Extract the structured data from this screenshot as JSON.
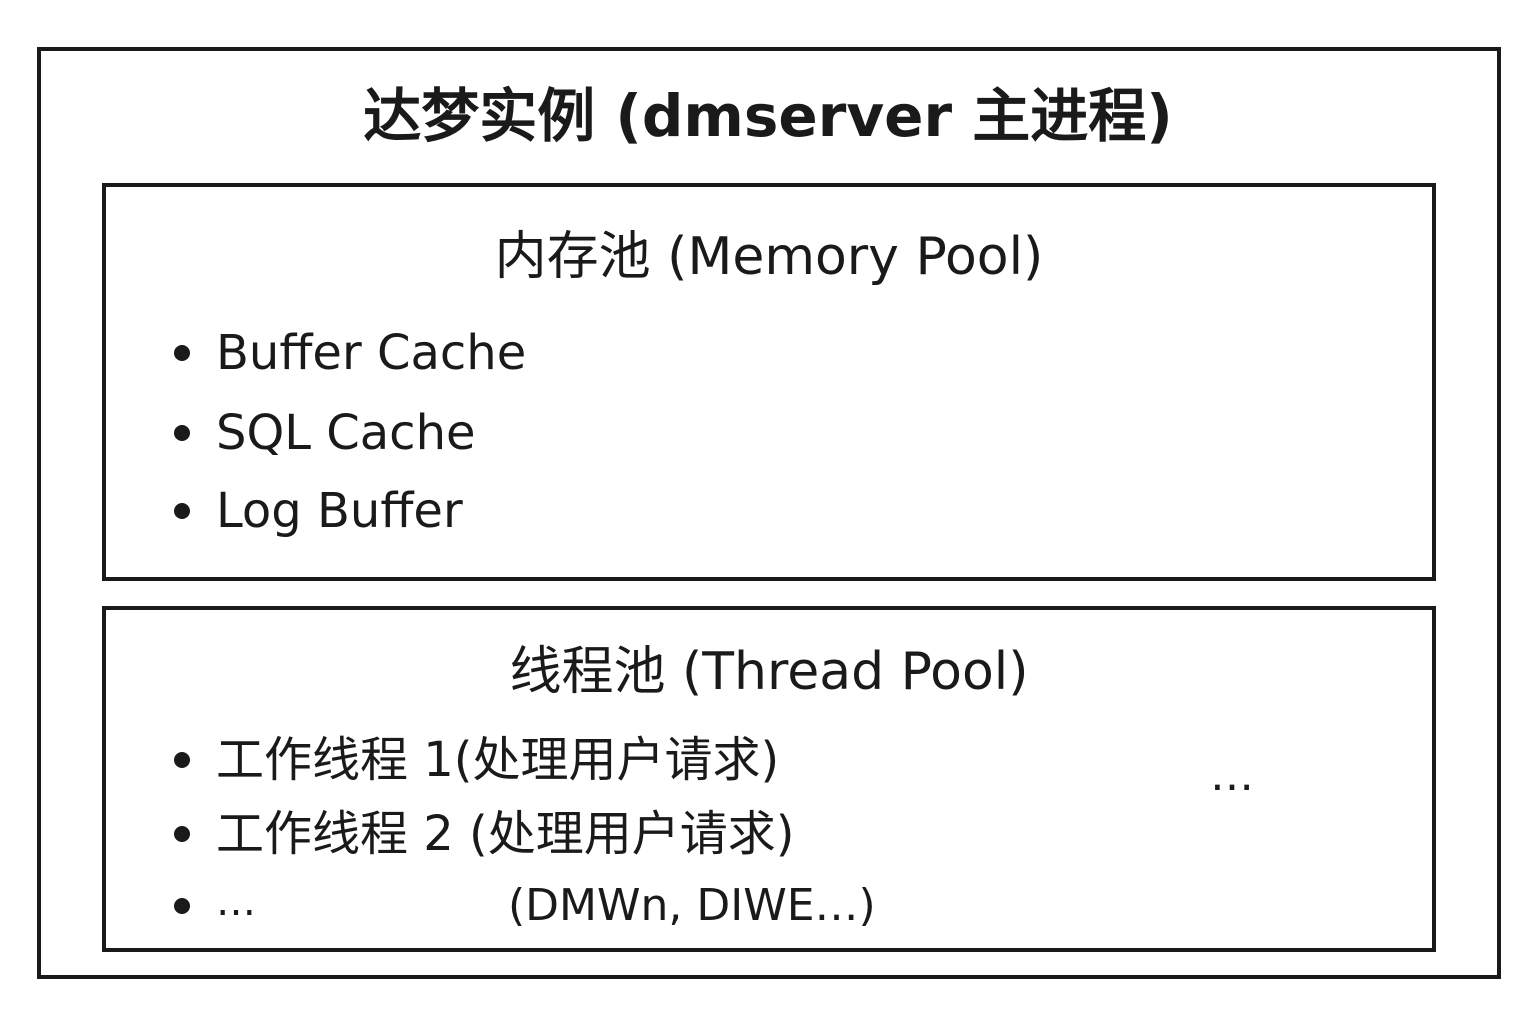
{
  "title": "达梦实例 (dmserver 主进程)",
  "memory_pool": {
    "title": "内存池 (Memory Pool)",
    "items": [
      "Buffer Cache",
      "SQL Cache",
      "Log Buffer"
    ]
  },
  "thread_pool": {
    "title": "线程池 (Thread Pool)",
    "items": [
      "工作线程 1(处理用户请求)",
      "工作线程 2 (处理用户请求)",
      "…"
    ],
    "note": "(DMWn, DIWE…)",
    "more": "…"
  }
}
